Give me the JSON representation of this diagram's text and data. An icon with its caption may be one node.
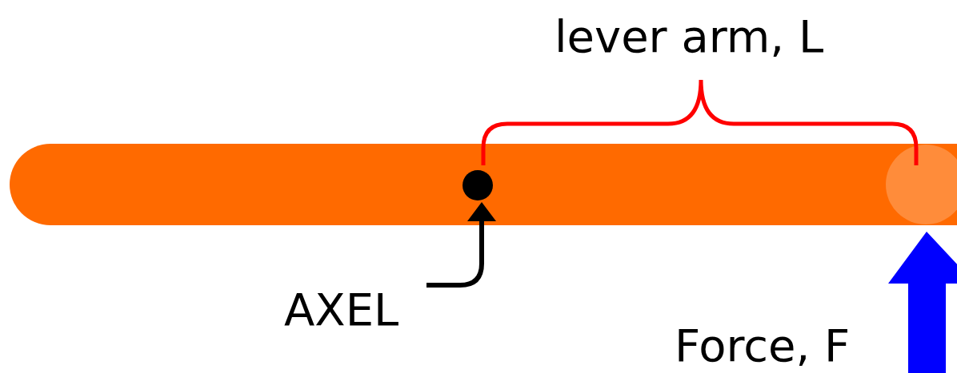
{
  "diagram": {
    "nodes": [
      {
        "text": [
          "AXEL"
        ]
      },
      {
        "text": [],
        "shape": "circle"
      }
    ],
    "edges": [
      {
        "from": 0,
        "to": 1,
        "arrow": "to"
      }
    ],
    "labels": [
      "lever arm, L",
      "Force, F"
    ]
  }
}
